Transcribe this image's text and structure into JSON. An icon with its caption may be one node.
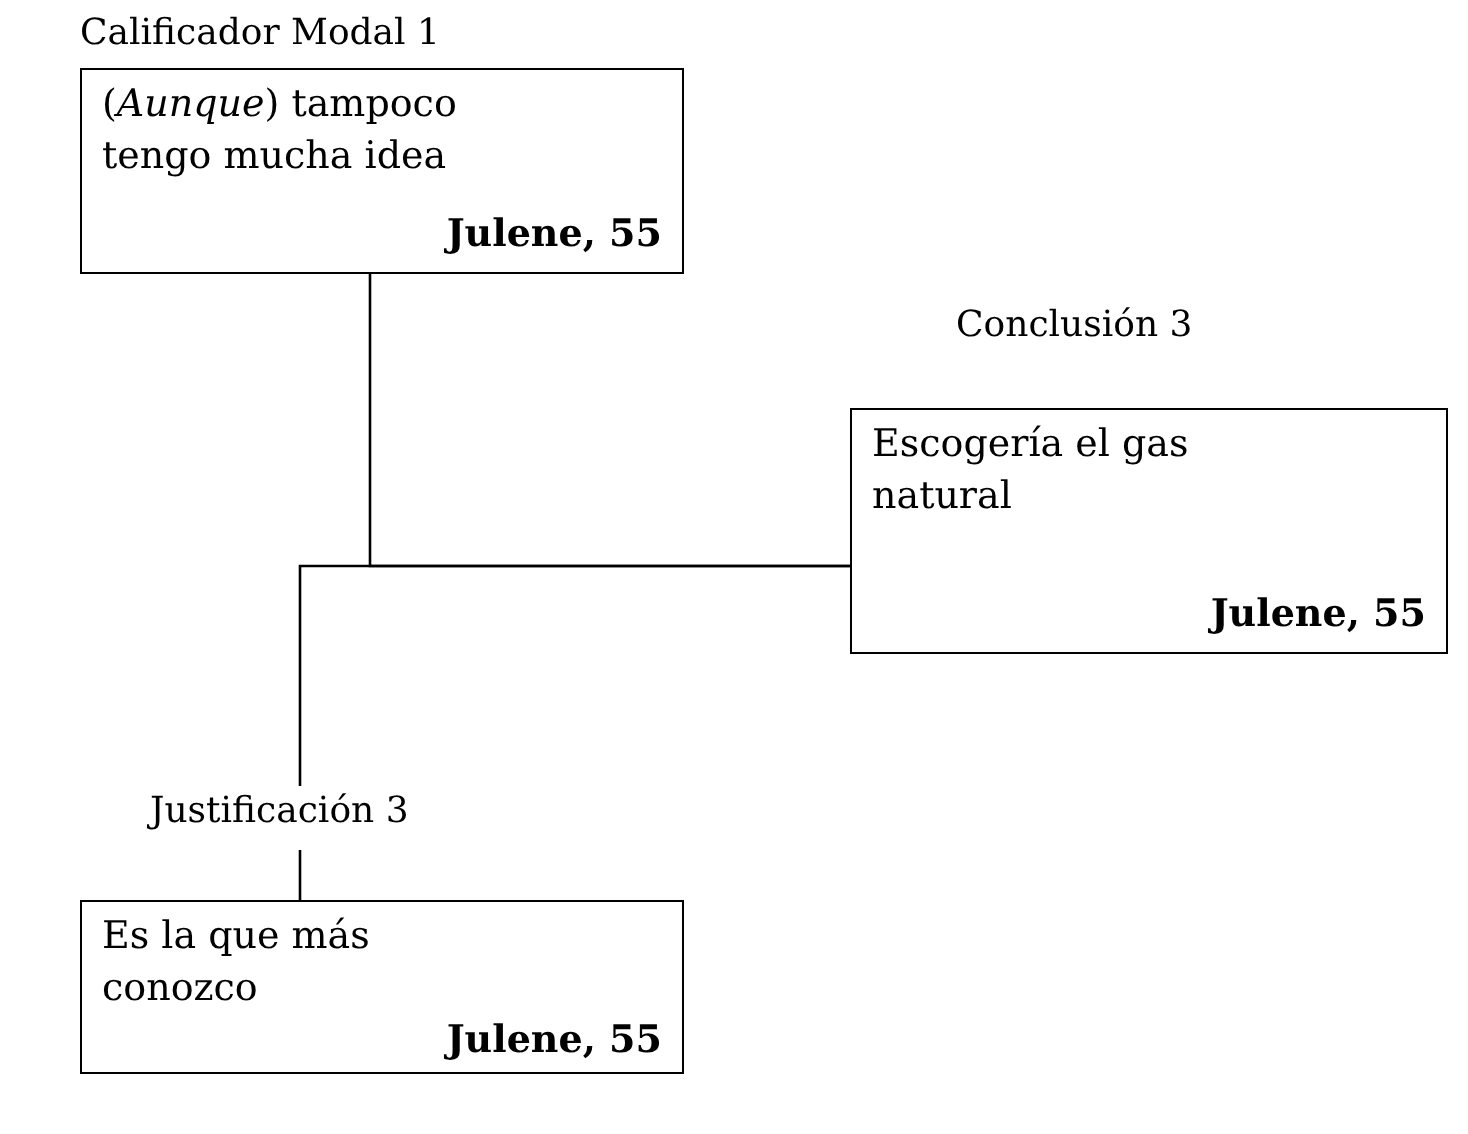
{
  "diagram": {
    "nodes": [
      {
        "text": [
          "Calificador Modal 1",
          "(*Aunque*) tampoco tengo mucha idea",
          "Julene, 55"
        ]
      },
      {
        "text": [
          "Conclusión 3",
          "Escogería el gas natural",
          "Julene, 55"
        ]
      },
      {
        "text": [
          "Justificación 3",
          "Es la que más conozco",
          "Julene, 55"
        ]
      }
    ],
    "edges": [
      {
        "from": 0,
        "to": 1,
        "arrow": "none"
      },
      {
        "from": 2,
        "to": 1,
        "arrow": "none"
      }
    ]
  }
}
